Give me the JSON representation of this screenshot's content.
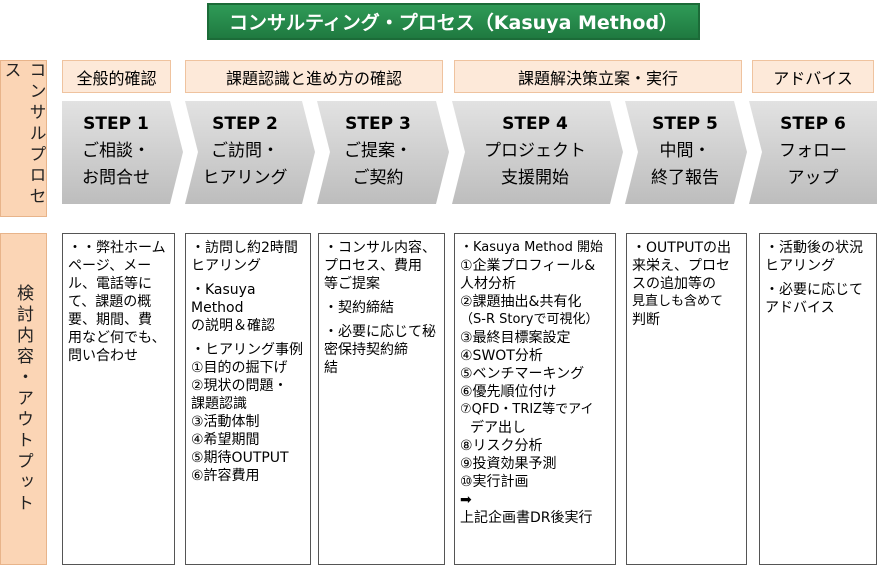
{
  "title": "コンサルティング・プロセス（Kasuya Method）",
  "sidebar": {
    "top": "コンサルプロセス",
    "bottom": "検討内容・アウトプット"
  },
  "phases": [
    "全般的確認",
    "課題認識と進め方の確認",
    "課題解決策立案・実行",
    "アドバイス"
  ],
  "steps": [
    {
      "num": "STEP 1",
      "line1": "ご相談・",
      "line2": "お問合せ"
    },
    {
      "num": "STEP 2",
      "line1": "ご訪問・",
      "line2": "ヒアリング"
    },
    {
      "num": "STEP 3",
      "line1": "ご提案・",
      "line2": "ご契約"
    },
    {
      "num": "STEP 4",
      "line1": "プロジェクト",
      "line2": "支援開始"
    },
    {
      "num": "STEP 5",
      "line1": "中間・",
      "line2": "終了報告"
    },
    {
      "num": "STEP 6",
      "line1": "フォロー",
      "line2": "アップ"
    }
  ],
  "boxes": {
    "b1": [
      "・・弊社ホーム",
      "ページ、メー",
      "ル、電話等に",
      "て、課題の概",
      "要、期間、費",
      "用など何でも、",
      "問い合わせ"
    ],
    "b2": {
      "a": [
        "・訪問し約2時間",
        "ヒアリング"
      ],
      "b": [
        "・Kasuya Method",
        "の説明＆確認"
      ],
      "c": [
        "・ヒアリング事例",
        "①目的の掘下げ",
        "②現状の問題・",
        "課題認識",
        "③活動体制",
        "④希望期間",
        "⑤期待OUTPUT",
        "⑥許容費用"
      ]
    },
    "b3": {
      "a": [
        "・コンサル内容、",
        "プロセス、費用",
        "等ご提案"
      ],
      "b": [
        "・契約締結"
      ],
      "c": [
        "・必要に応じて秘",
        "密保持契約締",
        "結"
      ]
    },
    "b4": [
      "・Kasuya Method 開始",
      "①企業プロフィール&",
      "人材分析",
      "②課題抽出&共有化",
      "（S-R Storyで可視化）",
      "③最終目標案設定",
      "④SWOT分析",
      "⑤ベンチマーキング",
      "⑥優先順位付け",
      "⑦QFD・TRIZ等でアイ",
      "デア出し",
      "⑧リスク分析",
      "⑨投資効果予測",
      "⑩実行計画",
      "➡",
      "上記企画書DR後実行"
    ],
    "b5": [
      "・OUTPUTの出",
      "来栄え、プロセ",
      "スの追加等の",
      "見直しも含めて",
      "判断"
    ],
    "b6": {
      "a": [
        "・活動後の状況",
        "ヒアリング"
      ],
      "b": [
        "・必要に応じて",
        "アドバイス"
      ]
    }
  }
}
